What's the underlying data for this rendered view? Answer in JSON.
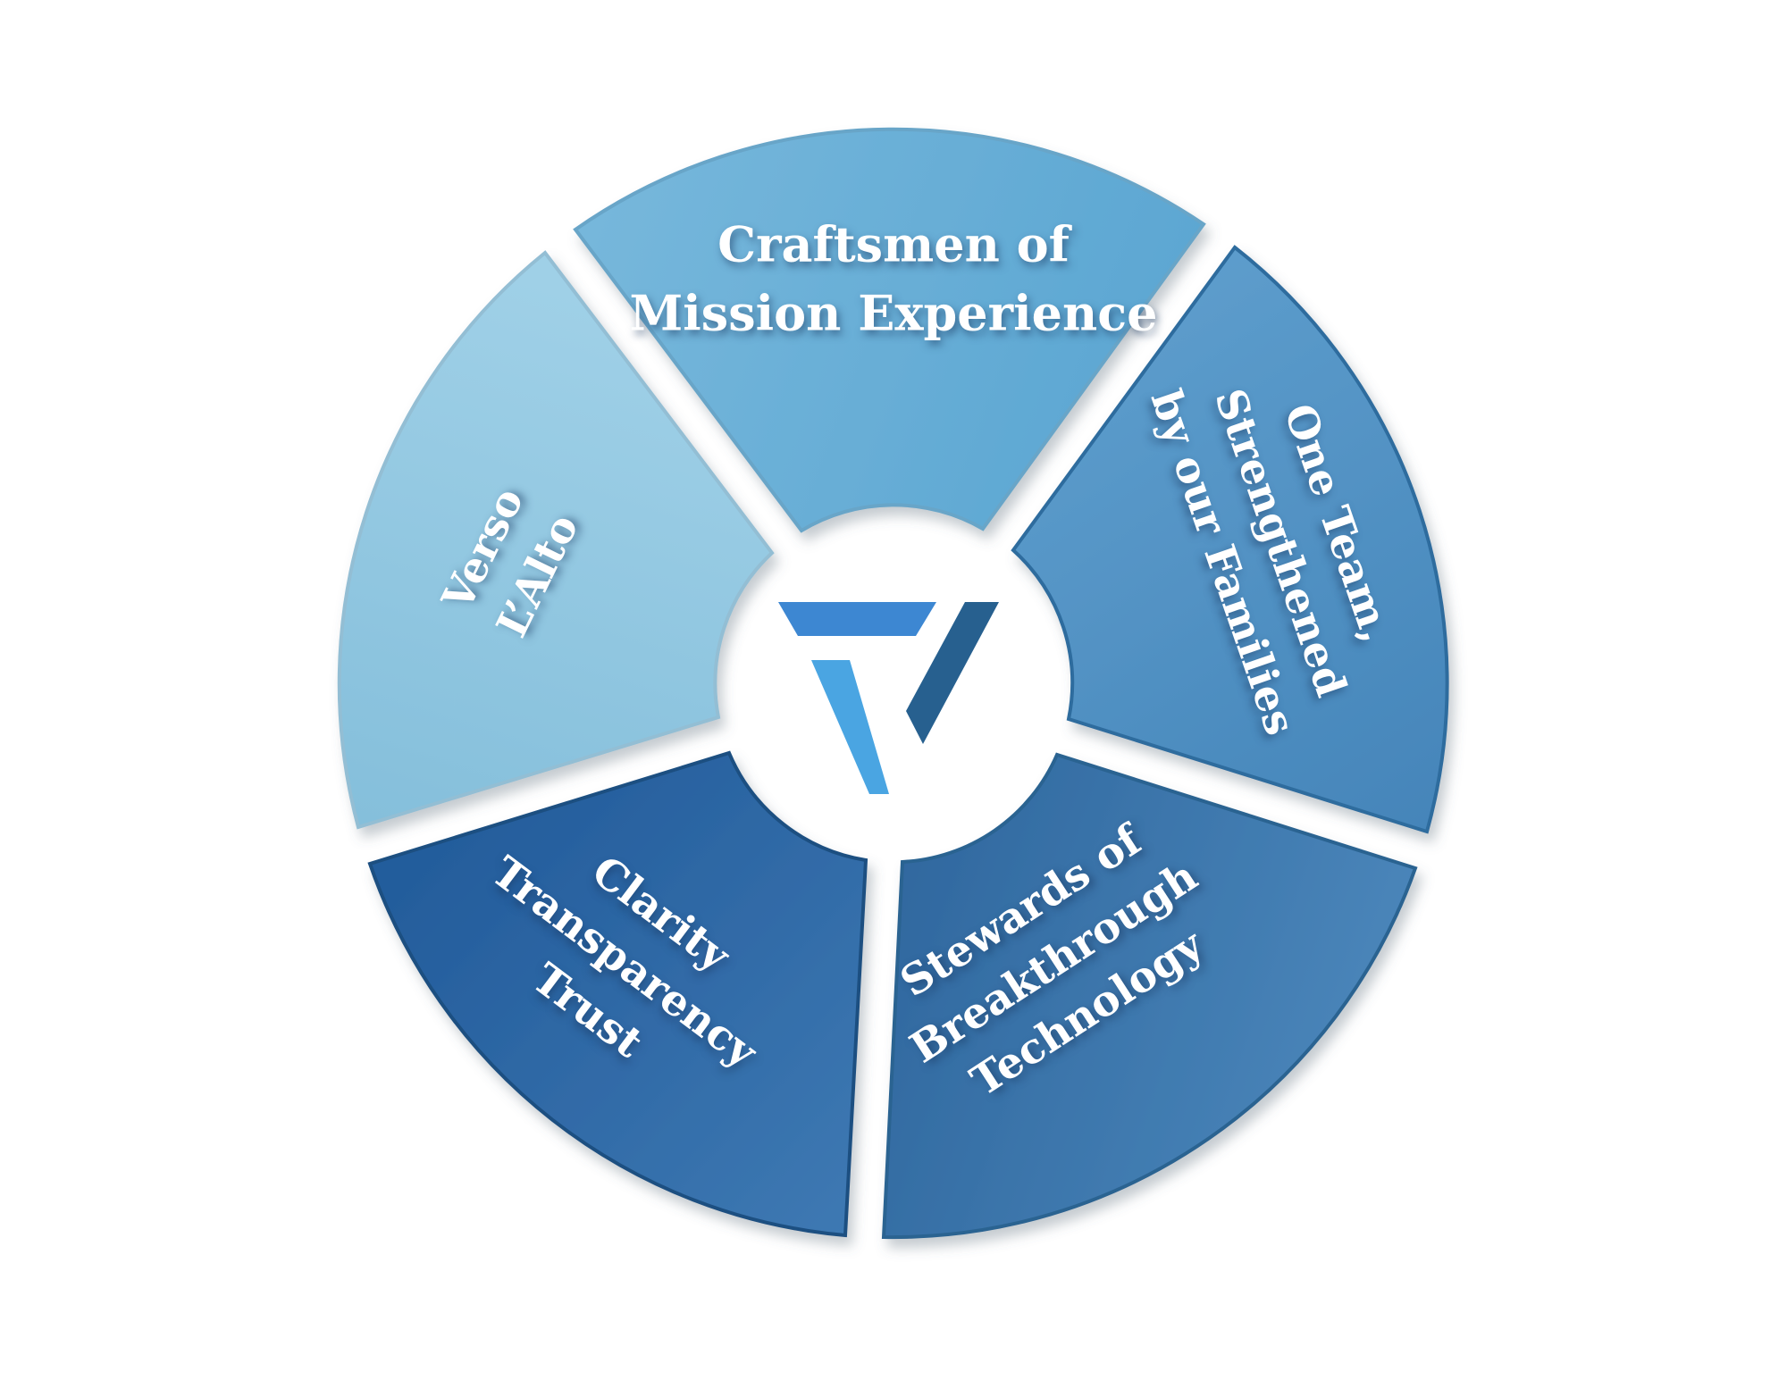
{
  "diagram": {
    "type": "segmented-wheel",
    "background_color": "#ffffff",
    "text_color": "#ffffff",
    "segments": [
      {
        "name": "craftsmen",
        "label_lines": [
          "Craftsmen of",
          "Mission Experience"
        ],
        "fill_light": "#76b7db",
        "fill_dark": "#58a4d1",
        "border_color": "#68a5c8"
      },
      {
        "name": "one-team",
        "label_lines": [
          "One Team,",
          "Strengthened",
          "by our Families"
        ],
        "fill_light": "#5e9ecd",
        "fill_dark": "#4484b9",
        "border_color": "#2e6c9e"
      },
      {
        "name": "stewards",
        "label_lines": [
          "Stewards of",
          "Breakthrough",
          "Technology"
        ],
        "fill_light": "#4c88bc",
        "fill_dark": "#30689f",
        "border_color": "#2b6391"
      },
      {
        "name": "clarity",
        "label_lines": [
          "Clarity",
          "Transparency",
          "Trust"
        ],
        "fill_light": "#3e79b3",
        "fill_dark": "#245d9c",
        "border_color": "#1d4f81"
      },
      {
        "name": "verso",
        "label_lines": [
          "Verso",
          "L’Alto"
        ],
        "fill_light": "#9fd0e7",
        "fill_dark": "#85bfdb",
        "border_color": "#93bed4"
      }
    ],
    "center_logo": {
      "name": "v-mark",
      "top_bar_color": "#3d87d2",
      "left_stroke_color": "#4aa5e2",
      "right_stroke_color": "#27608f"
    }
  }
}
